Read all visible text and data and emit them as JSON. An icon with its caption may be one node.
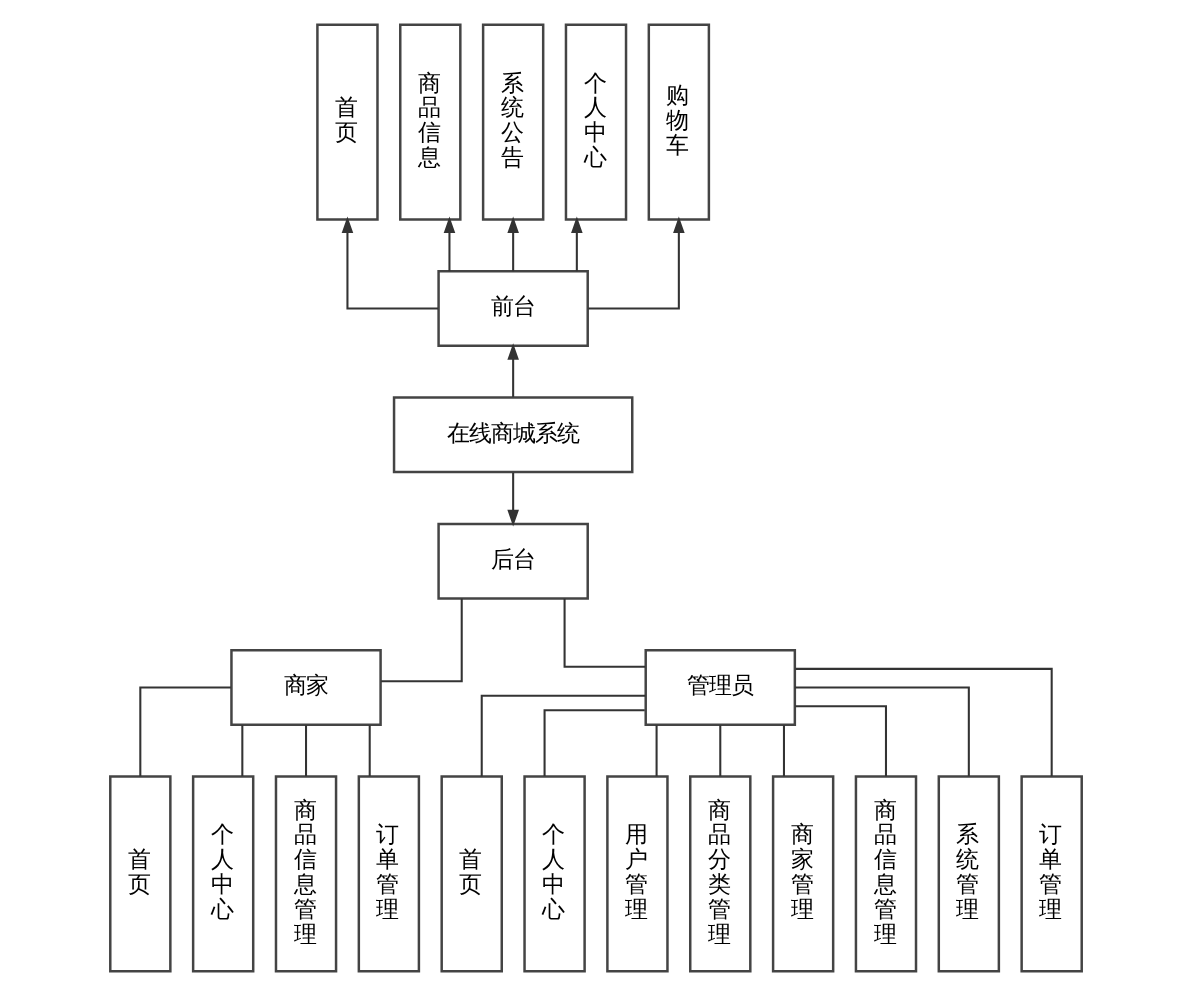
{
  "diagram": {
    "nodes": [
      {
        "text": [
          "首页"
        ]
      },
      {
        "text": [
          "商品信息"
        ]
      },
      {
        "text": [
          "系统公告"
        ]
      },
      {
        "text": [
          "个人中心"
        ]
      },
      {
        "text": [
          "购物车"
        ]
      },
      {
        "text": [
          "前台"
        ]
      },
      {
        "text": [
          "在线商城系统"
        ]
      },
      {
        "text": [
          "后台"
        ]
      },
      {
        "text": [
          "商家"
        ]
      },
      {
        "text": [
          "管理员"
        ]
      },
      {
        "text": [
          "首页"
        ]
      },
      {
        "text": [
          "个人中心"
        ]
      },
      {
        "text": [
          "商品信息管理"
        ]
      },
      {
        "text": [
          "订单管理"
        ]
      },
      {
        "text": [
          "首页"
        ]
      },
      {
        "text": [
          "个人中心"
        ]
      },
      {
        "text": [
          "用户管理"
        ]
      },
      {
        "text": [
          "商品分类管理"
        ]
      },
      {
        "text": [
          "商家管理"
        ]
      },
      {
        "text": [
          "商品信息管理"
        ]
      },
      {
        "text": [
          "系统管理"
        ]
      },
      {
        "text": [
          "订单管理"
        ]
      }
    ],
    "edges": [
      {
        "from": 5,
        "to": 0,
        "arrow": "to"
      },
      {
        "from": 5,
        "to": 1,
        "arrow": "to"
      },
      {
        "from": 5,
        "to": 2,
        "arrow": "to"
      },
      {
        "from": 5,
        "to": 3,
        "arrow": "to"
      },
      {
        "from": 5,
        "to": 4,
        "arrow": "to"
      },
      {
        "from": 6,
        "to": 5,
        "arrow": "to"
      },
      {
        "from": 6,
        "to": 7,
        "arrow": "to"
      },
      {
        "from": 7,
        "to": 8,
        "arrow": "none"
      },
      {
        "from": 7,
        "to": 9,
        "arrow": "none"
      },
      {
        "from": 8,
        "to": 10,
        "arrow": "none"
      },
      {
        "from": 8,
        "to": 11,
        "arrow": "none"
      },
      {
        "from": 8,
        "to": 12,
        "arrow": "none"
      },
      {
        "from": 8,
        "to": 13,
        "arrow": "none"
      },
      {
        "from": 9,
        "to": 14,
        "arrow": "none"
      },
      {
        "from": 9,
        "to": 15,
        "arrow": "none"
      },
      {
        "from": 9,
        "to": 16,
        "arrow": "none"
      },
      {
        "from": 9,
        "to": 17,
        "arrow": "none"
      },
      {
        "from": 9,
        "to": 18,
        "arrow": "none"
      },
      {
        "from": 9,
        "to": 19,
        "arrow": "none"
      },
      {
        "from": 9,
        "to": 20,
        "arrow": "none"
      },
      {
        "from": 9,
        "to": 21,
        "arrow": "none"
      }
    ]
  }
}
